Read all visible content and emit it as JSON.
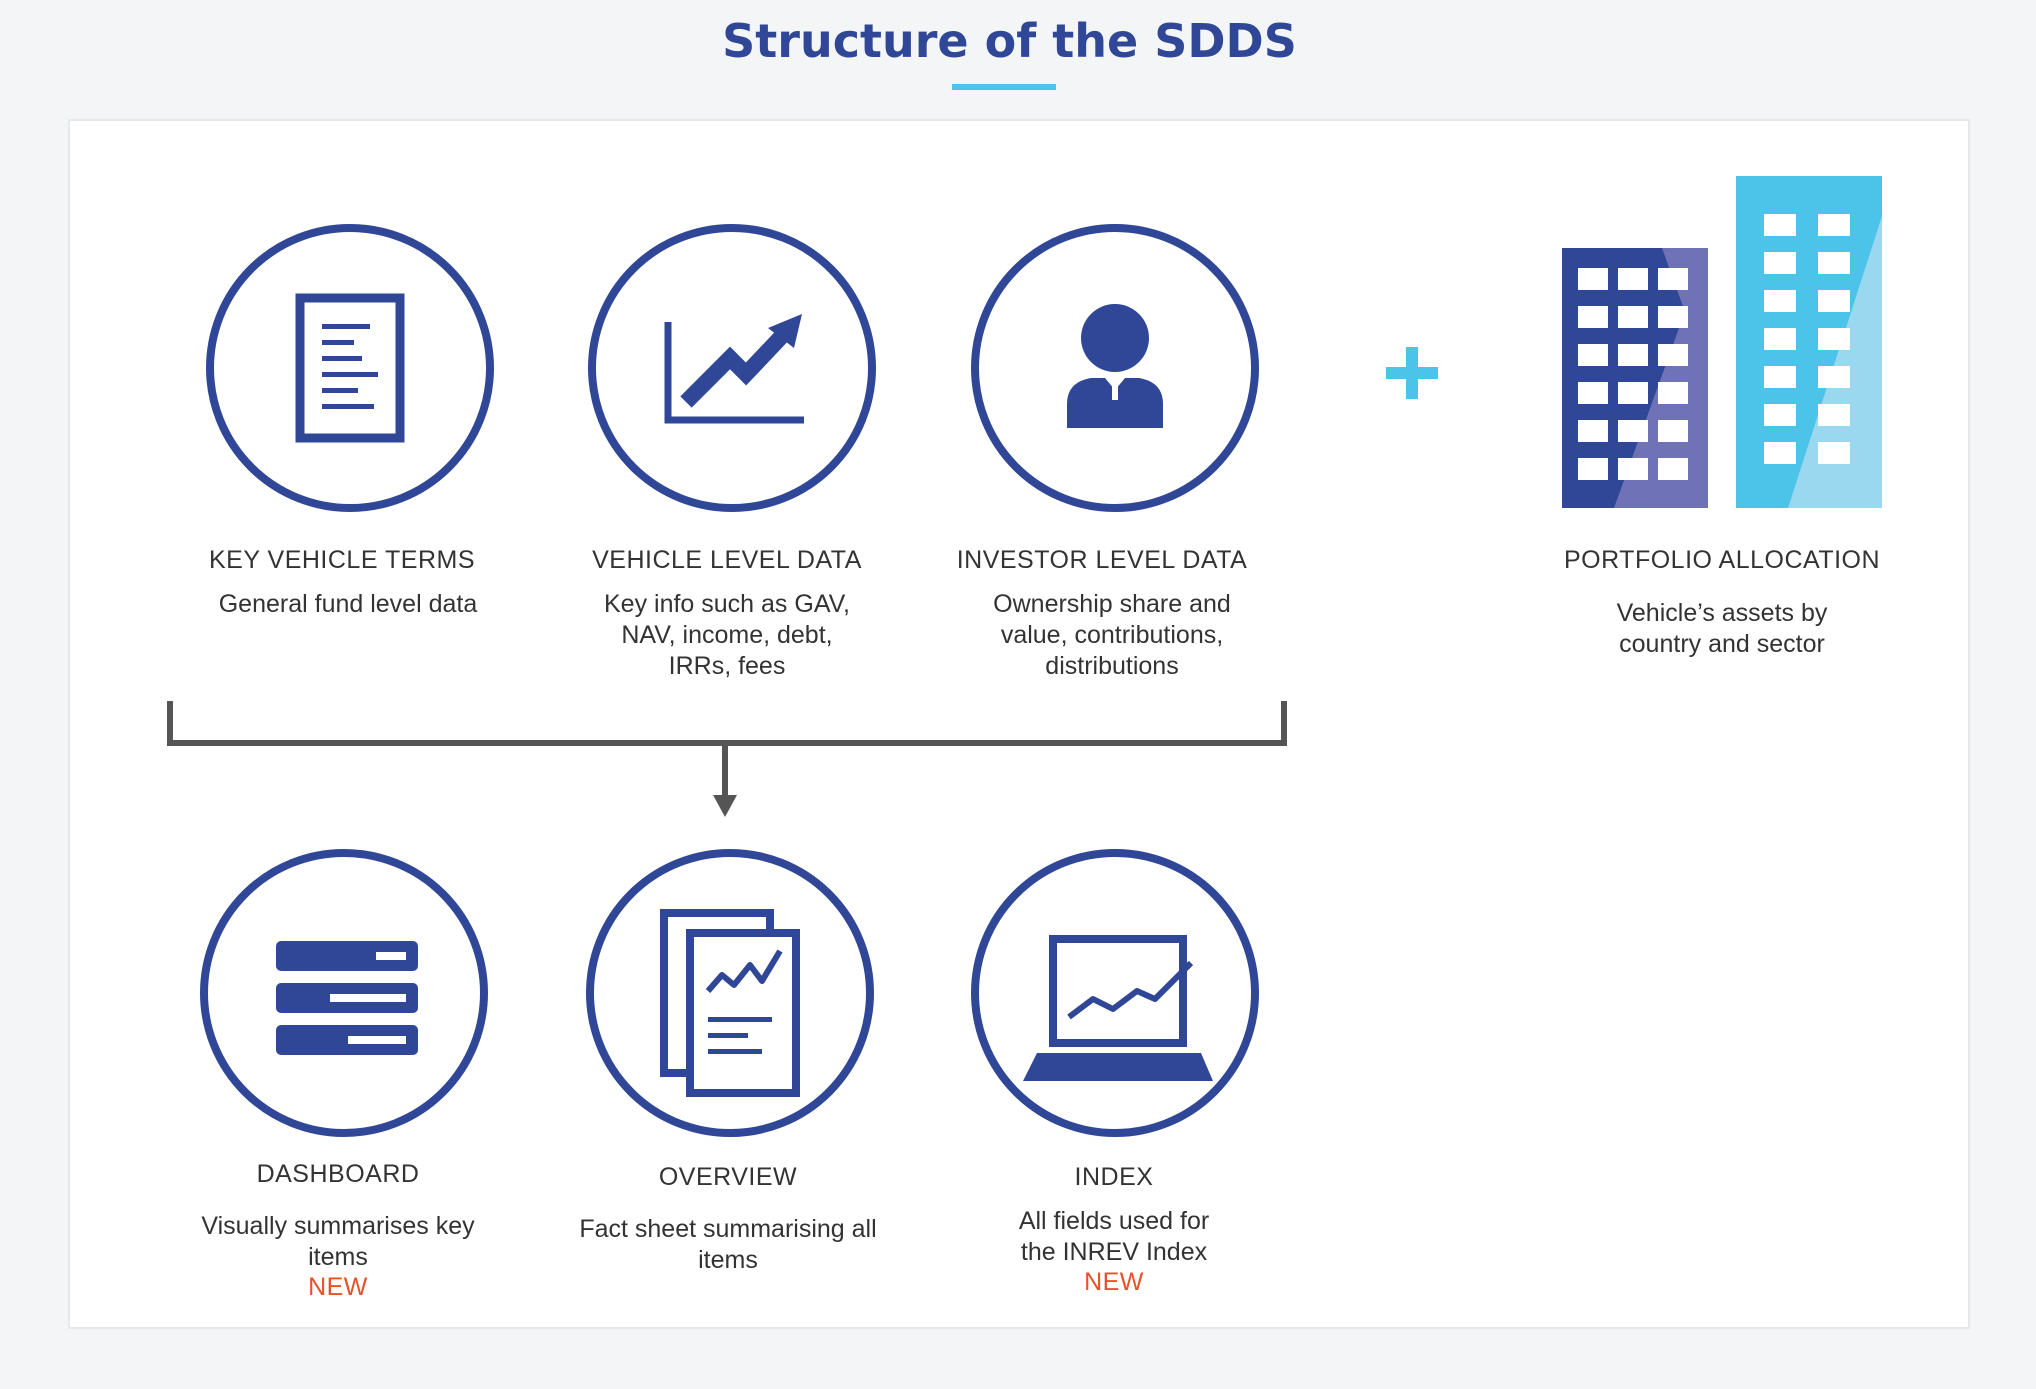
{
  "title": "Structure of the SDDS",
  "components": [
    {
      "label": "KEY VEHICLE TERMS",
      "description": "General fund level data",
      "icon": "document-icon"
    },
    {
      "label": "VEHICLE LEVEL DATA",
      "description": "Key info such as GAV, NAV, income, debt, IRRs, fees",
      "icon": "line-chart-icon"
    },
    {
      "label": "INVESTOR LEVEL DATA",
      "description": "Ownership share and value, contributions, distributions",
      "icon": "investor-icon"
    }
  ],
  "portfolio": {
    "label": "PORTFOLIO ALLOCATION",
    "description": "Vehicle’s assets by country and sector",
    "icon": "buildings-icon"
  },
  "outputs": [
    {
      "label": "DASHBOARD",
      "description": "Visually summarises key items",
      "tag": "NEW",
      "icon": "dashboard-icon"
    },
    {
      "label": "OVERVIEW",
      "description": "Fact sheet summarising all items",
      "icon": "fact-sheet-icon"
    },
    {
      "label": "INDEX",
      "description": "All fields used for the INREV Index",
      "tag": "NEW",
      "icon": "laptop-chart-icon"
    }
  ],
  "colors": {
    "primary": "#2f4796",
    "accent": "#4cc3e8",
    "connector": "#555555",
    "new_tag": "#e8522a"
  }
}
